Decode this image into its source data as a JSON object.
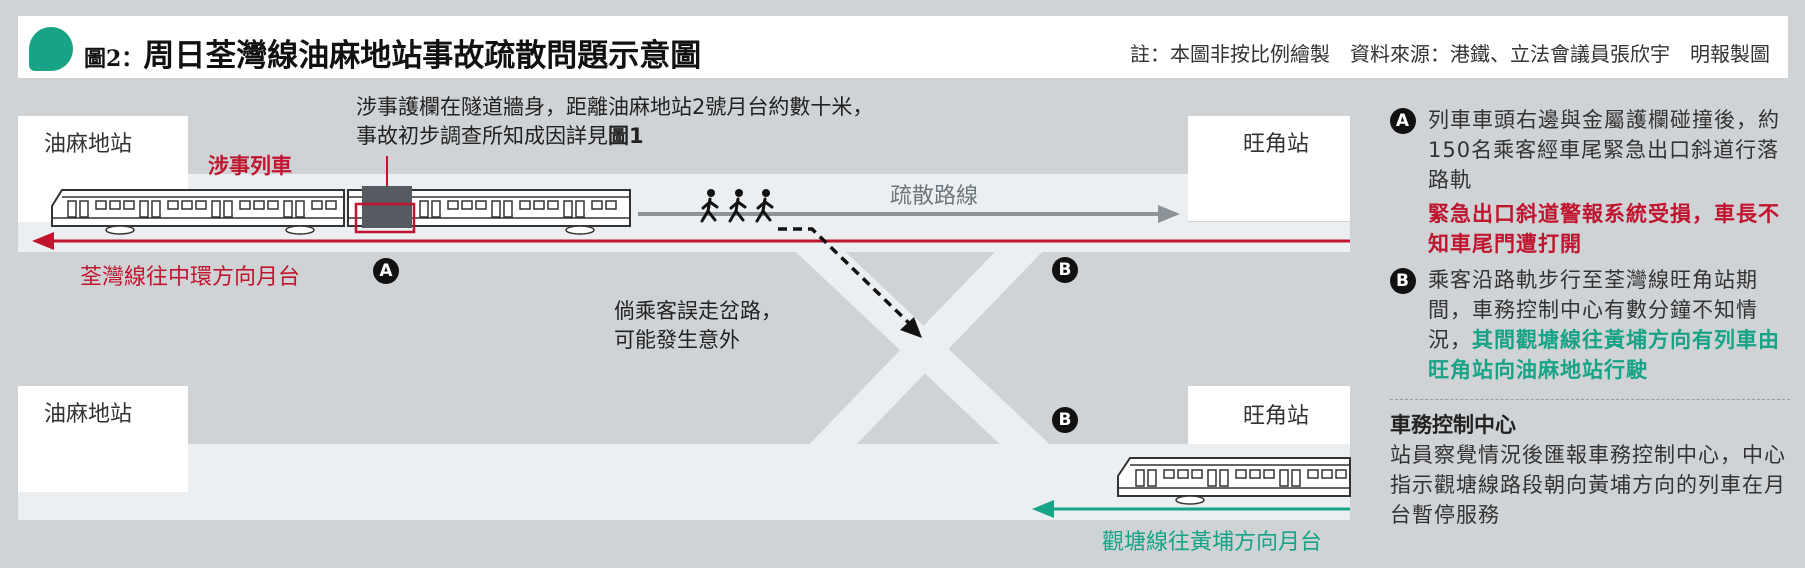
{
  "header": {
    "figure_number": "圖2：",
    "title": "周日荃灣線油麻地站事故疏散問題示意圖",
    "credit": "註：本圖非按比例繪製　資料來源：港鐵、立法會議員張欣宇　明報製圖"
  },
  "stations": {
    "upper_left": "油麻地站",
    "upper_right": "旺角站",
    "lower_left": "油麻地站",
    "lower_right": "旺角站"
  },
  "labels": {
    "guardrail_note_line1": "涉事護欄在隧道牆身，距離油麻地站2號月台約數十米，",
    "guardrail_note_line2_prefix": "事故初步調查所知成因詳見",
    "guardrail_note_line2_ref": "圖1",
    "incident_train": "涉事列車",
    "evacuation_route": "疏散路線",
    "tsuen_wan_platform": "荃灣線往中環方向月台",
    "wrong_path_line1": "倘乘客誤走岔路，",
    "wrong_path_line2": "可能發生意外",
    "kwun_tong_platform": "觀塘線往黃埔方向月台"
  },
  "markers": {
    "a": "A",
    "b": "B"
  },
  "legend": {
    "a_text": "列車車頭右邊與金屬護欄碰撞後，約150名乘客經車尾緊急出口斜道行落路軌",
    "a_highlight": "緊急出口斜道警報系統受損，車長不知車尾門遭打開",
    "b_text": "乘客沿路軌步行至荃灣線旺角站期間，車務控制中心有數分鐘不知情況，",
    "b_highlight": "其間觀塘線往黃埔方向有列車由旺角站向油麻地站行駛",
    "control_title": "車務控制中心",
    "control_body": "站員察覺情況後匯報車務控制中心，中心指示觀塘線路段朝向黃埔方向的列車在月台暫停服務"
  },
  "colors": {
    "background": "#d0d3d6",
    "brand_teal": "#17a386",
    "alert_red": "#c0152f",
    "evac_arrow": "#8c9499"
  },
  "icons": {
    "logo": "speech-bubble-icon",
    "walkers": "walking-people-icon",
    "train": "train-icon"
  }
}
